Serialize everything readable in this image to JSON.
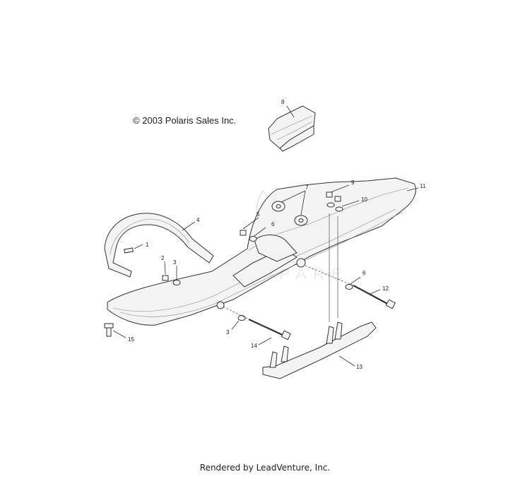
{
  "copyright": "© 2003 Polaris Sales Inc.",
  "footer": "Rendered by LeadVenture, Inc.",
  "callouts": {
    "c1": "1",
    "c2": "2",
    "c3a": "3",
    "c3b": "3",
    "c4": "4",
    "c5": "5",
    "c6a": "6",
    "c6b": "6",
    "c7": "7",
    "c8": "8",
    "c9": "9",
    "c10": "10",
    "c11": "11",
    "c12": "12",
    "c13": "13",
    "c14": "14",
    "c15": "15"
  }
}
